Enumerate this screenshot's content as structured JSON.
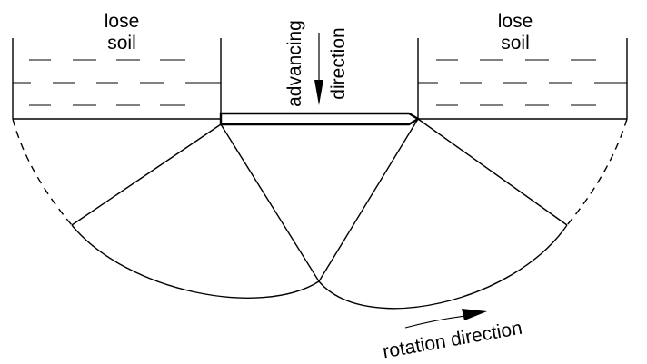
{
  "labels": {
    "left_soil": [
      "lose",
      "soil"
    ],
    "right_soil": [
      "lose",
      "soil"
    ],
    "advancing": [
      "advancing",
      "direction"
    ],
    "rotation": "rotation direction"
  },
  "colors": {
    "line": "#000000",
    "background": "#ffffff"
  }
}
